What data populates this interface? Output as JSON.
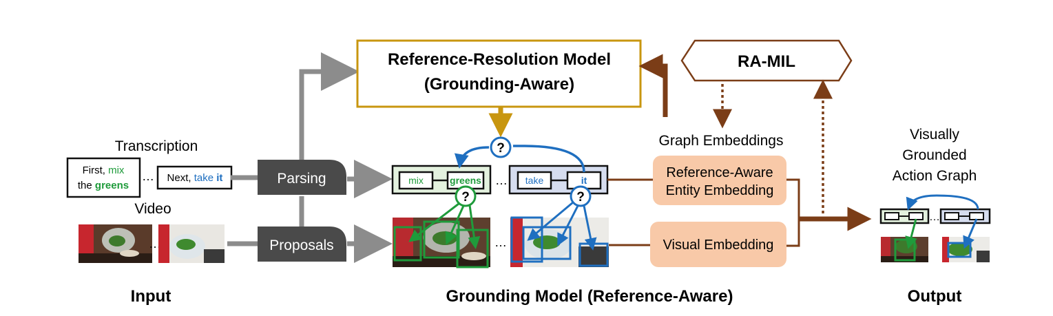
{
  "labels": {
    "transcription": "Transcription",
    "video": "Video",
    "parsing": "Parsing",
    "proposals": "Proposals",
    "rr_model_line1": "Reference-Resolution Model",
    "rr_model_line2": "(Grounding-Aware)",
    "ramil": "RA-MIL",
    "graph_embeddings": "Graph Embeddings",
    "ref_entity_line1": "Reference-Aware",
    "ref_entity_line2": "Entity Embedding",
    "visual_embedding": "Visual Embedding",
    "output_title_line1": "Visually",
    "output_title_line2": "Grounded",
    "output_title_line3": "Action Graph",
    "input_caption": "Input",
    "grounding_caption": "Grounding Model (Reference-Aware)",
    "output_caption": "Output",
    "ellipsis": "…",
    "question": "?"
  },
  "transcript": {
    "box1_first": "First,",
    "box1_mix": "mix",
    "box1_the": "the",
    "box1_greens": "greens",
    "box2_next": "Next,",
    "box2_take": "take",
    "box2_it": "it"
  },
  "graph_nodes": {
    "mix": "mix",
    "greens": "greens",
    "take": "take",
    "it": "it"
  },
  "colors": {
    "green": "#1f9b3b",
    "blue": "#1f6fc0",
    "gold": "#c8960f",
    "brown": "#7b3d17",
    "gray_arrow": "#8c8c8c",
    "dark_box": "#4a4a4a",
    "peach": "#f8c9a8",
    "green_fill": "#e3f1de",
    "blue_fill": "#d6ddef"
  }
}
